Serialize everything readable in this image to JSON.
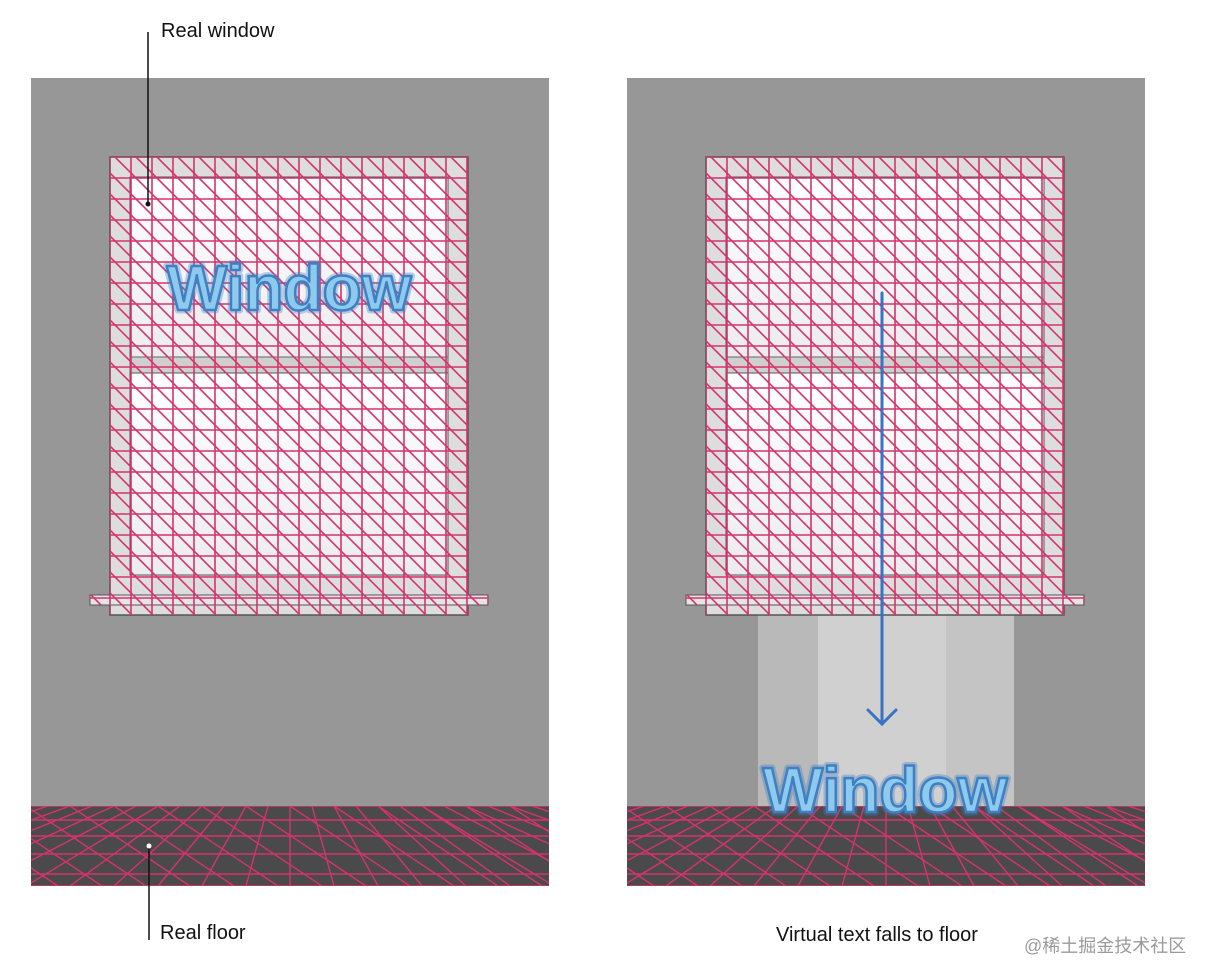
{
  "labels": {
    "real_window": "Real window",
    "real_floor": "Real floor",
    "virtual_text_falls": "Virtual text falls to floor",
    "virtual_text": "Window",
    "watermark": "@稀土掘金技术社区"
  },
  "colors": {
    "wall": "#979797",
    "floor": "#4a4a4a",
    "mesh": "#d6336c",
    "window_frame": "#e7e7e7",
    "window_glass": "#f6f6f8",
    "text_fill": "#8ec9ee",
    "text_stroke": "#3f80c2",
    "arrow": "#3a72c4"
  },
  "icons": [
    "down-arrow-icon"
  ]
}
